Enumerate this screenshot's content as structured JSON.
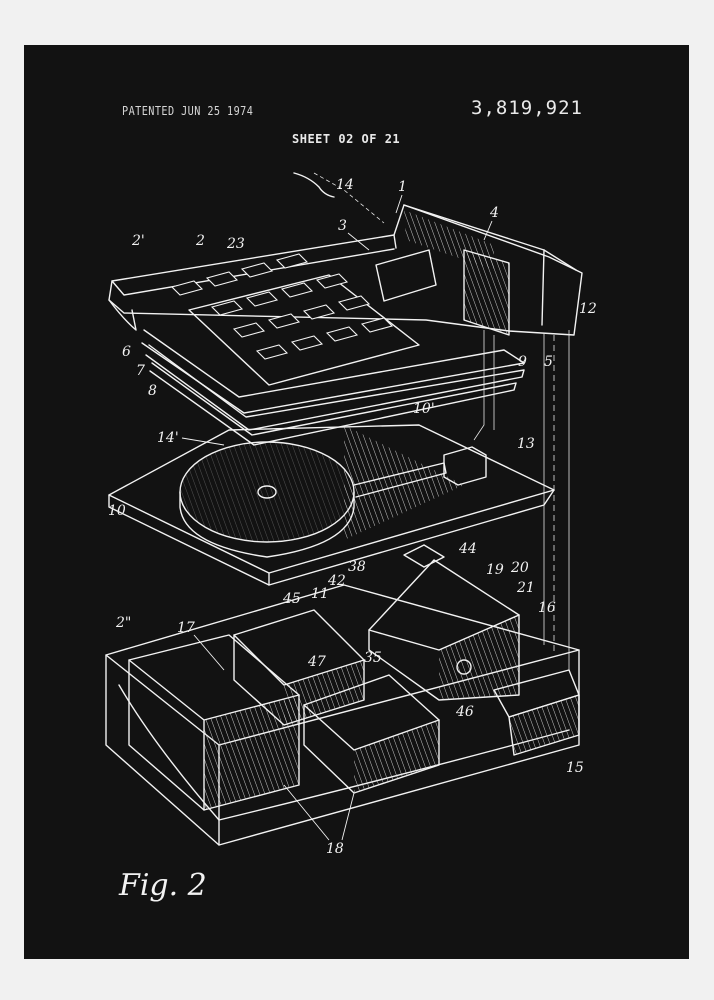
{
  "header": {
    "patented": "PATENTED JUN 25 1974",
    "patent_number": "3,819,921",
    "sheet": "SHEET  02 OF 21"
  },
  "figure_label": "Fig. 2",
  "labels": {
    "l14": "14",
    "l1": "1",
    "l3": "3",
    "l4": "4",
    "l2p": "2'",
    "l2": "2",
    "l23": "23",
    "l12": "12",
    "l6": "6",
    "l7": "7",
    "l8": "8",
    "l9": "9",
    "l5": "5",
    "l10p": "10'",
    "l14p": "14'",
    "l13": "13",
    "l10": "10",
    "l38": "38",
    "l44": "44",
    "l19": "19",
    "l20": "20",
    "l42": "42",
    "l11": "11",
    "l21": "21",
    "l45": "45",
    "l16": "16",
    "l2pp": "2\"",
    "l17": "17",
    "l35": "35",
    "l47": "47",
    "l46": "46",
    "l15": "15",
    "l18": "18"
  }
}
